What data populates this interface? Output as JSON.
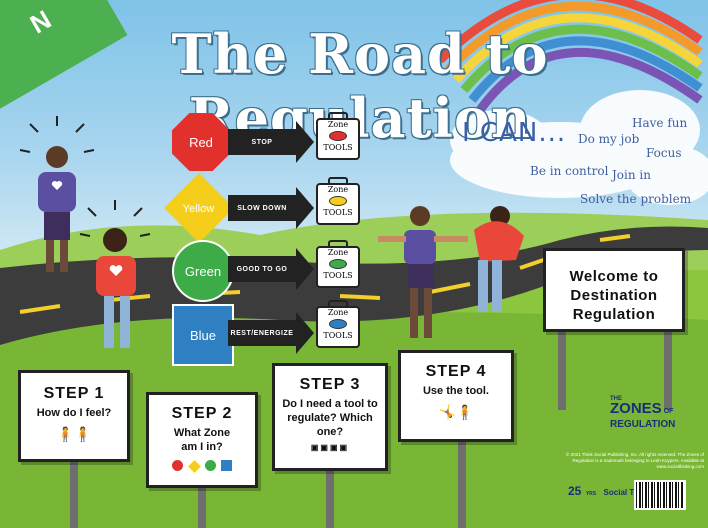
{
  "title": "The Road to Regulation",
  "corner_badge": "N",
  "ican": {
    "heading": "I CAN...",
    "items": [
      "Do my job",
      "Have fun",
      "Focus",
      "Be in control",
      "Join in",
      "Solve the problem"
    ]
  },
  "zones": [
    {
      "name": "Red",
      "action": "STOP",
      "color": "#e2312d"
    },
    {
      "name": "Yellow",
      "action": "SLOW DOWN",
      "color": "#f5cd1b"
    },
    {
      "name": "Green",
      "action": "GOOD TO GO",
      "color": "#3cab48"
    },
    {
      "name": "Blue",
      "action": "REST/ENERGIZE",
      "color": "#2f7fc3"
    }
  ],
  "toolkit": {
    "line1": "Zone",
    "line2": "TOOLS"
  },
  "steps": [
    {
      "heading": "STEP 1",
      "body": "How do I feel?"
    },
    {
      "heading": "STEP 2",
      "body": "What Zone am I in?"
    },
    {
      "heading": "STEP 3",
      "body": "Do I need a tool to regulate? Which one?"
    },
    {
      "heading": "STEP 4",
      "body": "Use the tool."
    }
  ],
  "destination": "Welcome to Destination Regulation",
  "brand": {
    "the": "THE",
    "zones": "ZONES",
    "of": "OF",
    "regulation": "REGULATION"
  },
  "fine_print": "© 2021 Think Social Publishing, Inc. All rights reserved. The Zones of Regulation is a trademark belonging to Leah Kuypers. Available at www.socialthinking.com",
  "anniversary": {
    "num": "25",
    "yrs": "YRS",
    "brand": "Social Thinking"
  },
  "colors": {
    "sky": "#9fd0ec",
    "grass": "#8cc63f",
    "road": "#3c3c3c",
    "title_outline": "#3c6e8f"
  }
}
